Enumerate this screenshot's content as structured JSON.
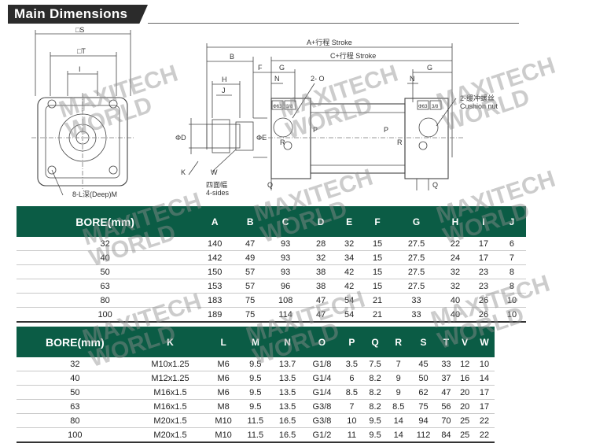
{
  "header": {
    "title": "Main Dimensions"
  },
  "drawing": {
    "labels": {
      "s": "□S",
      "t": "□T",
      "i": "I",
      "l_thread": "8-L深(Deep)M",
      "a_stroke": "A+行程 Stroke",
      "c_stroke": "C+行程 Stroke",
      "b": "B",
      "f": "F",
      "g": "G",
      "h": "H",
      "j": "J",
      "n": "N",
      "o": "2- O",
      "d": "ΦD",
      "e": "ΦE",
      "k": "K",
      "w": "W",
      "w_sides": "四面幅",
      "w_sides2": "4-sides",
      "p": "P",
      "r": "R",
      "q": "Q",
      "cushion_cn": "2-缓冲螺丝",
      "cushion_en": "Cushion nut",
      "port_left_a": "Φ63",
      "port_left_b": "3/8",
      "port_right_a": "Φ63",
      "port_right_b": "3/8"
    }
  },
  "watermark": {
    "line1": "MAXITECH",
    "line2": "WORLD"
  },
  "table1": {
    "headers": [
      "BORE(mm)",
      "A",
      "B",
      "C",
      "D",
      "E",
      "F",
      "G",
      "H",
      "I",
      "J"
    ],
    "rows": [
      [
        "32",
        "140",
        "47",
        "93",
        "28",
        "32",
        "15",
        "27.5",
        "22",
        "17",
        "6"
      ],
      [
        "40",
        "142",
        "49",
        "93",
        "32",
        "34",
        "15",
        "27.5",
        "24",
        "17",
        "7"
      ],
      [
        "50",
        "150",
        "57",
        "93",
        "38",
        "42",
        "15",
        "27.5",
        "32",
        "23",
        "8"
      ],
      [
        "63",
        "153",
        "57",
        "96",
        "38",
        "42",
        "15",
        "27.5",
        "32",
        "23",
        "8"
      ],
      [
        "80",
        "183",
        "75",
        "108",
        "47",
        "54",
        "21",
        "33",
        "40",
        "26",
        "10"
      ],
      [
        "100",
        "189",
        "75",
        "114",
        "47",
        "54",
        "21",
        "33",
        "40",
        "26",
        "10"
      ]
    ]
  },
  "table2": {
    "headers": [
      "BORE(mm)",
      "K",
      "L",
      "M",
      "N",
      "O",
      "P",
      "Q",
      "R",
      "S",
      "T",
      "V",
      "W"
    ],
    "rows": [
      [
        "32",
        "M10x1.25",
        "M6",
        "9.5",
        "13.7",
        "G1/8",
        "3.5",
        "7.5",
        "7",
        "45",
        "33",
        "12",
        "10"
      ],
      [
        "40",
        "M12x1.25",
        "M6",
        "9.5",
        "13.5",
        "G1/4",
        "6",
        "8.2",
        "9",
        "50",
        "37",
        "16",
        "14"
      ],
      [
        "50",
        "M16x1.5",
        "M6",
        "9.5",
        "13.5",
        "G1/4",
        "8.5",
        "8.2",
        "9",
        "62",
        "47",
        "20",
        "17"
      ],
      [
        "63",
        "M16x1.5",
        "M8",
        "9.5",
        "13.5",
        "G3/8",
        "7",
        "8.2",
        "8.5",
        "75",
        "56",
        "20",
        "17"
      ],
      [
        "80",
        "M20x1.5",
        "M10",
        "11.5",
        "16.5",
        "G3/8",
        "10",
        "9.5",
        "14",
        "94",
        "70",
        "25",
        "22"
      ],
      [
        "100",
        "M20x1.5",
        "M10",
        "11.5",
        "16.5",
        "G1/2",
        "11",
        "9.5",
        "14",
        "112",
        "84",
        "25",
        "22"
      ]
    ]
  }
}
